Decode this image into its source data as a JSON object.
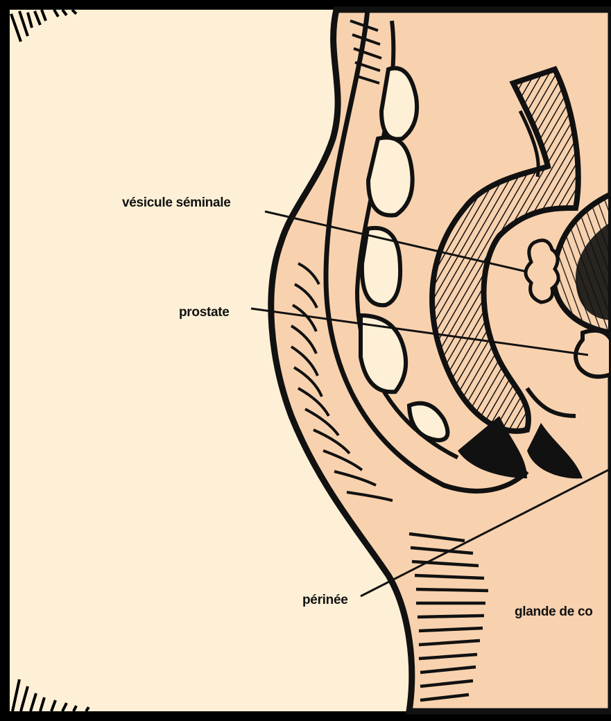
{
  "labels": {
    "vesicule": "vésicule séminale",
    "prostate": "prostate",
    "perinee": "périnée",
    "glande": "glande de co"
  },
  "colors": {
    "frame": "#000000",
    "background": "#FDF0D6",
    "skin": "#F8D2AF",
    "ink": "#111111"
  }
}
